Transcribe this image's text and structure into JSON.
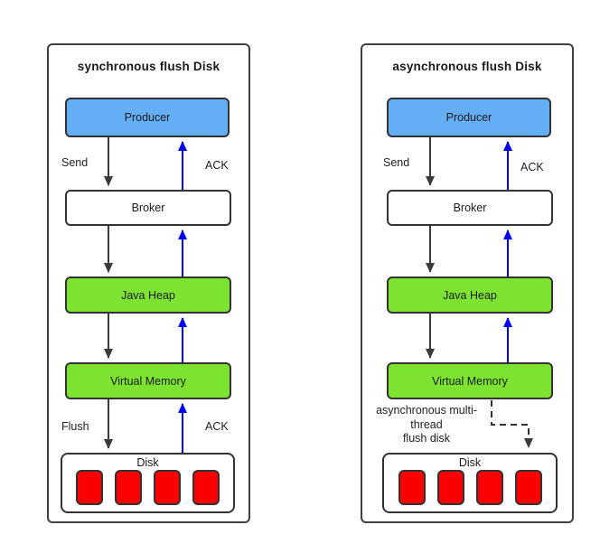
{
  "colors": {
    "producer_fill": "#64AEF5",
    "java_heap_fill": "#7CE431",
    "virtual_memory_fill": "#7CE431",
    "disk_block_fill": "#FA0000",
    "box_border": "#333333",
    "panel_border": "#404040",
    "flow_arrow": "#3B3B3B",
    "ack_arrow": "#0000F2"
  },
  "panels": [
    {
      "title": "synchronous flush Disk",
      "nodes": {
        "producer": "Producer",
        "broker": "Broker",
        "java_heap": "Java Heap",
        "virtual_memory": "Virtual Memory",
        "disk": "Disk"
      },
      "disk_block_count": 4,
      "labels": {
        "send": "Send",
        "ack_top": "ACK",
        "flush": "Flush",
        "ack_bottom": "ACK"
      }
    },
    {
      "title": "asynchronous flush Disk",
      "nodes": {
        "producer": "Producer",
        "broker": "Broker",
        "java_heap": "Java Heap",
        "virtual_memory": "Virtual Memory",
        "disk": "Disk"
      },
      "disk_block_count": 4,
      "labels": {
        "send": "Send",
        "ack_top": "ACK",
        "async_flush": [
          "asynchronous multi-",
          "thread",
          "flush disk"
        ]
      }
    }
  ]
}
